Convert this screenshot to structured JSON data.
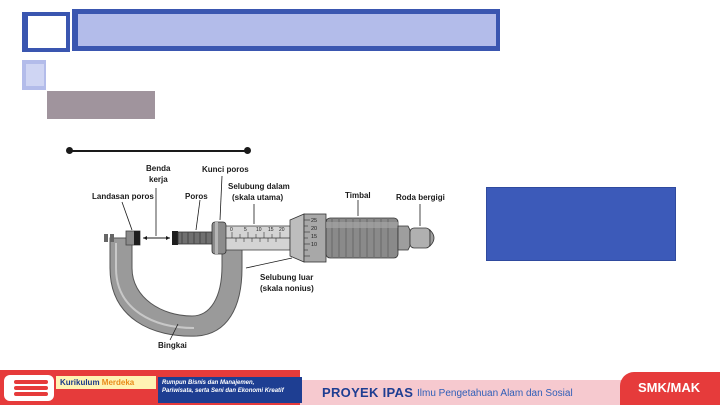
{
  "diagram": {
    "labels": {
      "benda_kerja_1": "Benda",
      "benda_kerja_2": "kerja",
      "kunci_poros": "Kunci poros",
      "landasan_poros": "Landasan poros",
      "poros": "Poros",
      "selubung_dalam_1": "Selubung dalam",
      "selubung_dalam_2": "(skala utama)",
      "timbal": "Timbal",
      "roda_bergigi": "Roda bergigi",
      "selubung_luar_1": "Selubung luar",
      "selubung_luar_2": "(skala nonius)",
      "bingkai": "Bingkai"
    },
    "scale_numbers": [
      "0",
      "5",
      "10",
      "15",
      "20"
    ],
    "thimble_numbers": [
      "25",
      "20",
      "15",
      "10"
    ]
  },
  "footer": {
    "kurikulum": "Kurikulum",
    "merdeka": "Merdeka",
    "rumpun_line1": "Rumpun Bisnis dan Manajemen,",
    "rumpun_line2": "Pariwisata, serta Seni dan Ekonomi Kreatif",
    "proyek": "PROYEK IPAS",
    "ilmu": "Ilmu Pengetahuan Alam dan Sosial",
    "level": "SMK/MAK"
  },
  "colors": {
    "title_blue": "#3a56b0",
    "title_light": "#b3bcea",
    "gray_bar": "#a0949d",
    "info_box": "#3c5ab9",
    "footer_red": "#e63b3b",
    "footer_pink": "#f6c9cf",
    "footer_navy": "#1e3e92"
  }
}
